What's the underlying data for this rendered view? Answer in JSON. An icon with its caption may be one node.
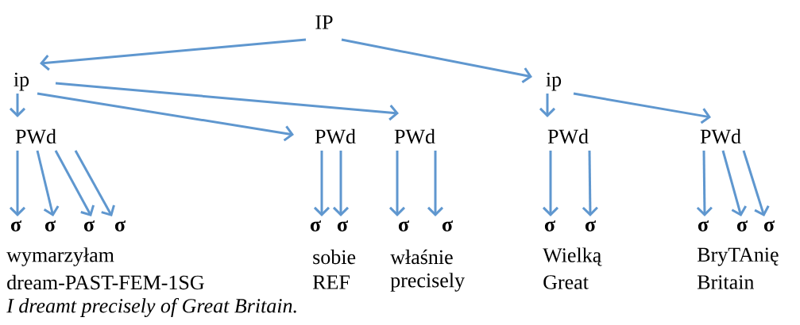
{
  "diagram": {
    "caption": "I dreamt precisely of Great Britain.",
    "nodes": [
      {
        "text": [
          "IP"
        ]
      },
      {
        "text": [
          "ip"
        ]
      },
      {
        "text": [
          "ip"
        ]
      },
      {
        "text": [
          "PWd"
        ]
      },
      {
        "text": [
          "PWd"
        ]
      },
      {
        "text": [
          "PWd"
        ]
      },
      {
        "text": [
          "PWd"
        ]
      },
      {
        "text": [
          "PWd"
        ]
      },
      {
        "text": [
          "σ"
        ]
      },
      {
        "text": [
          "σ"
        ]
      },
      {
        "text": [
          "σ"
        ]
      },
      {
        "text": [
          "σ"
        ]
      },
      {
        "text": [
          "σ"
        ]
      },
      {
        "text": [
          "σ"
        ]
      },
      {
        "text": [
          "σ"
        ]
      },
      {
        "text": [
          "σ"
        ]
      },
      {
        "text": [
          "σ"
        ]
      },
      {
        "text": [
          "σ"
        ]
      },
      {
        "text": [
          "σ"
        ]
      },
      {
        "text": [
          "σ"
        ]
      },
      {
        "text": [
          "σ"
        ]
      }
    ],
    "edges": [
      {
        "from": 0,
        "to": 1,
        "arrow": "to"
      },
      {
        "from": 0,
        "to": 2,
        "arrow": "to"
      },
      {
        "from": 1,
        "to": 3,
        "arrow": "to"
      },
      {
        "from": 1,
        "to": 4,
        "arrow": "to"
      },
      {
        "from": 1,
        "to": 5,
        "arrow": "to"
      },
      {
        "from": 2,
        "to": 6,
        "arrow": "to"
      },
      {
        "from": 2,
        "to": 7,
        "arrow": "to"
      },
      {
        "from": 3,
        "to": 8,
        "arrow": "to"
      },
      {
        "from": 3,
        "to": 9,
        "arrow": "to"
      },
      {
        "from": 3,
        "to": 10,
        "arrow": "to"
      },
      {
        "from": 3,
        "to": 11,
        "arrow": "to"
      },
      {
        "from": 4,
        "to": 12,
        "arrow": "to"
      },
      {
        "from": 4,
        "to": 13,
        "arrow": "to"
      },
      {
        "from": 5,
        "to": 14,
        "arrow": "to"
      },
      {
        "from": 5,
        "to": 15,
        "arrow": "to"
      },
      {
        "from": 6,
        "to": 16,
        "arrow": "to"
      },
      {
        "from": 6,
        "to": 17,
        "arrow": "to"
      },
      {
        "from": 7,
        "to": 18,
        "arrow": "to"
      },
      {
        "from": 7,
        "to": 19,
        "arrow": "to"
      },
      {
        "from": 7,
        "to": 20,
        "arrow": "to"
      }
    ],
    "labels": [
      "wymarzyłam",
      "sobie",
      "właśnie",
      "Wielką",
      "BryTAnię",
      "dream-PAST-FEM-1SG",
      "REF",
      "precisely",
      "Great",
      "Britain"
    ]
  }
}
